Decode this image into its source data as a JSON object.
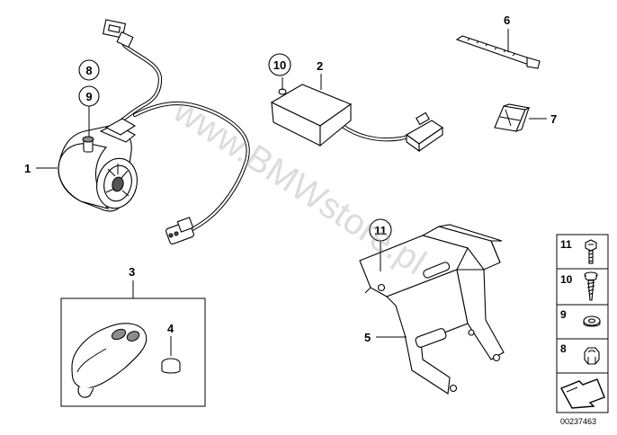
{
  "watermark": "www.BMWstore.pl",
  "diagram_id": "00237463",
  "callouts": {
    "p1": "1",
    "p2": "2",
    "p3": "3",
    "p4": "4",
    "p5": "5",
    "p6": "6",
    "p7": "7",
    "p8": "8",
    "p9": "9",
    "p10": "10",
    "p11": "11"
  },
  "legend": {
    "items": [
      "11",
      "10",
      "9",
      "8"
    ]
  }
}
